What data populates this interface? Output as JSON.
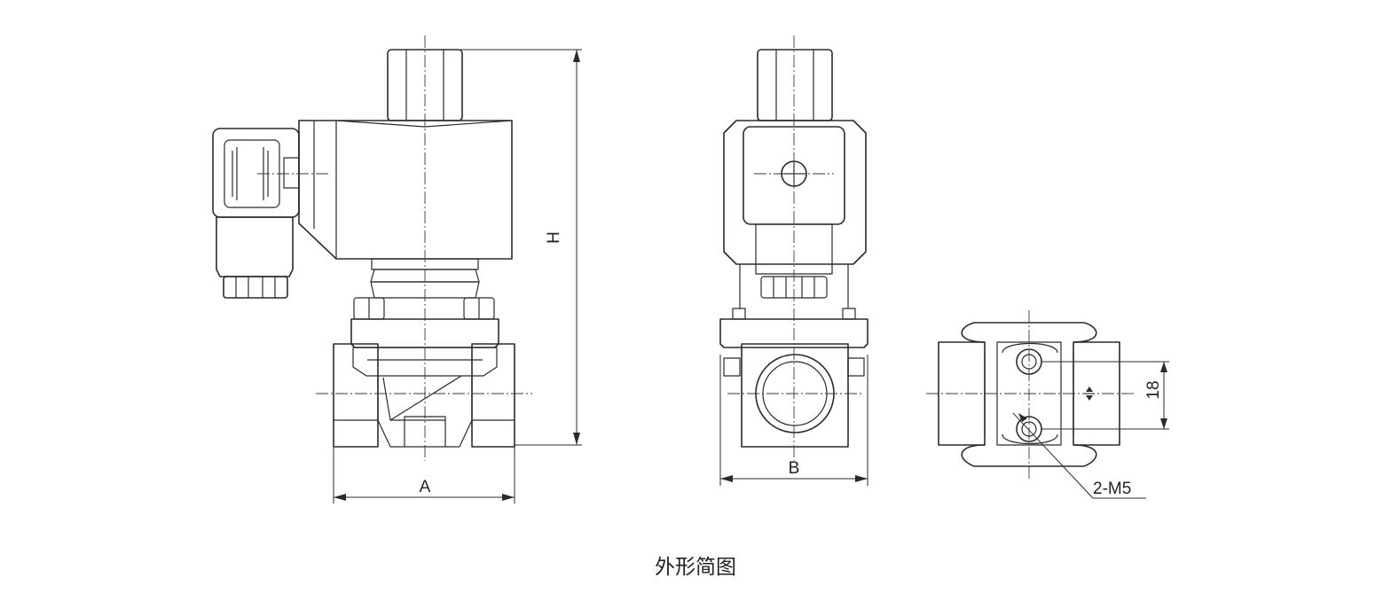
{
  "diagram": {
    "caption": "外形简图",
    "labels": {
      "width_front": "A",
      "height": "H",
      "width_side": "B",
      "spacing": "18",
      "threads": "2-M5"
    }
  }
}
